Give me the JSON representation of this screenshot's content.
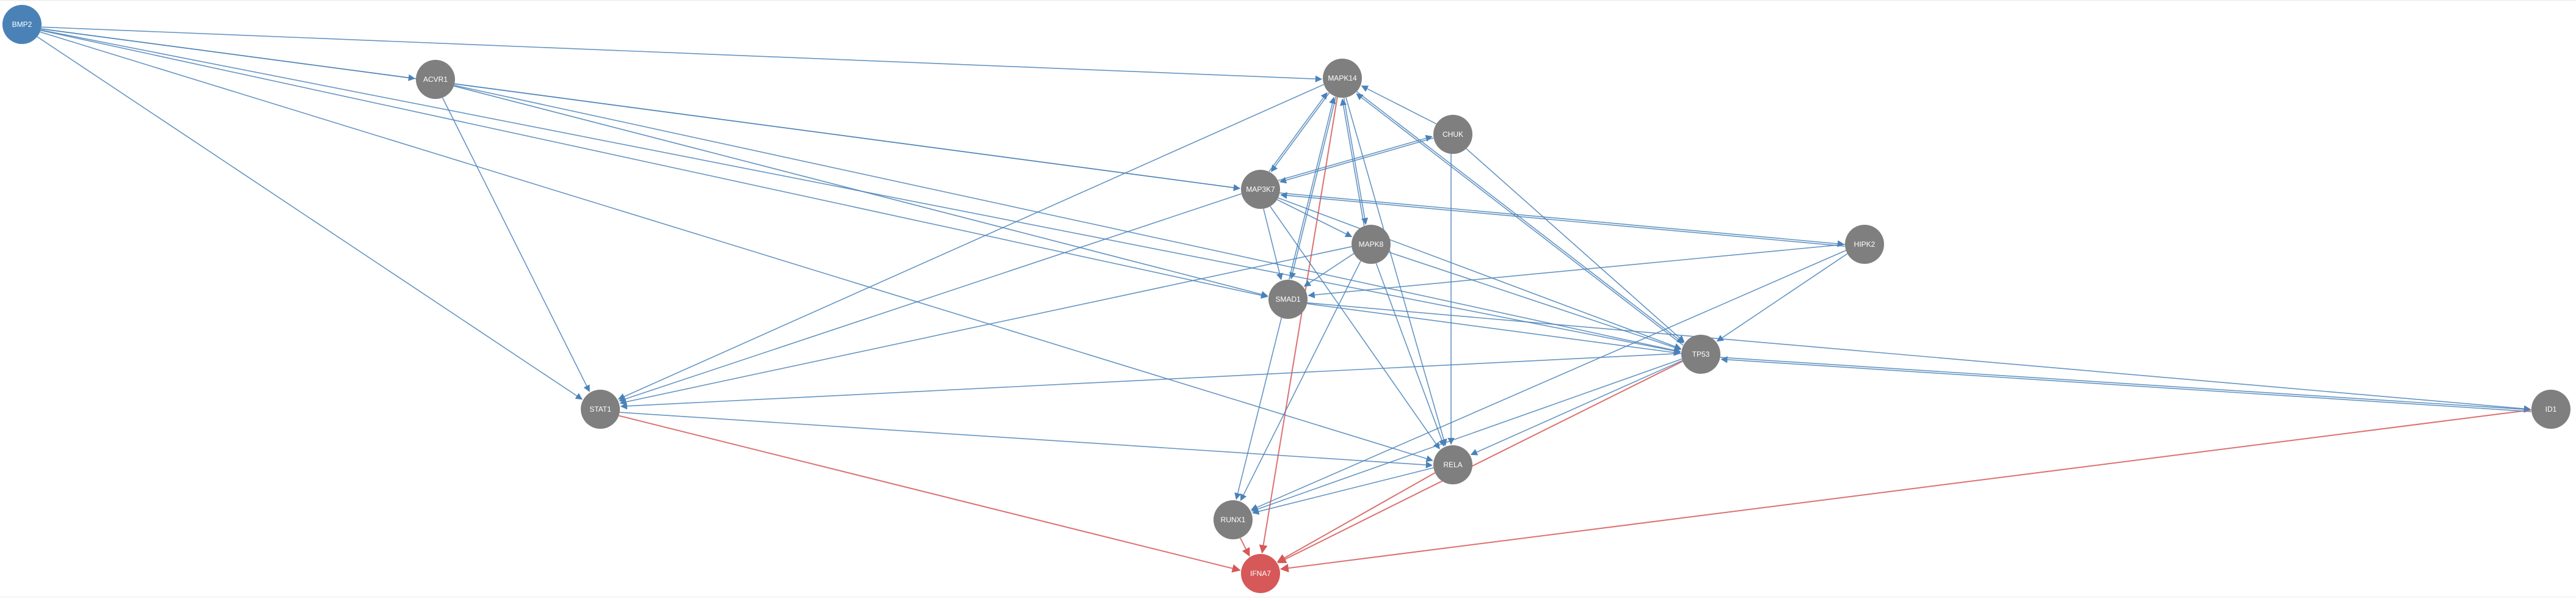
{
  "colors": {
    "source_node": "#4a82b8",
    "target_node": "#d65858",
    "default_node": "#7f7f7f",
    "edge_activation": "#4a82b8",
    "edge_inhibition": "#d65858",
    "node_label": "#ffffff"
  },
  "nodes": [
    {
      "id": "BMP2",
      "label": "BMP2",
      "role": "source"
    },
    {
      "id": "ACVR1",
      "label": "ACVR1",
      "role": "default"
    },
    {
      "id": "MAPK14",
      "label": "MAPK14",
      "role": "default"
    },
    {
      "id": "CHUK",
      "label": "CHUK",
      "role": "default"
    },
    {
      "id": "MAP3K7",
      "label": "MAP3K7",
      "role": "default"
    },
    {
      "id": "MAPK8",
      "label": "MAPK8",
      "role": "default"
    },
    {
      "id": "HIPK2",
      "label": "HIPK2",
      "role": "default"
    },
    {
      "id": "SMAD1",
      "label": "SMAD1",
      "role": "default"
    },
    {
      "id": "TP53",
      "label": "TP53",
      "role": "default"
    },
    {
      "id": "ID1",
      "label": "ID1",
      "role": "default"
    },
    {
      "id": "STAT1",
      "label": "STAT1",
      "role": "default"
    },
    {
      "id": "RELA",
      "label": "RELA",
      "role": "default"
    },
    {
      "id": "RUNX1",
      "label": "RUNX1",
      "role": "default"
    },
    {
      "id": "IFNA7",
      "label": "IFNA7",
      "role": "target"
    }
  ],
  "edges": [
    {
      "from": "BMP2",
      "to": "ACVR1",
      "type": "activation"
    },
    {
      "from": "BMP2",
      "to": "MAPK14",
      "type": "activation"
    },
    {
      "from": "BMP2",
      "to": "MAP3K7",
      "type": "activation"
    },
    {
      "from": "BMP2",
      "to": "SMAD1",
      "type": "activation"
    },
    {
      "from": "BMP2",
      "to": "STAT1",
      "type": "activation"
    },
    {
      "from": "BMP2",
      "to": "RELA",
      "type": "activation"
    },
    {
      "from": "BMP2",
      "to": "TP53",
      "type": "activation"
    },
    {
      "from": "ACVR1",
      "to": "STAT1",
      "type": "activation"
    },
    {
      "from": "ACVR1",
      "to": "MAP3K7",
      "type": "activation"
    },
    {
      "from": "ACVR1",
      "to": "SMAD1",
      "type": "activation"
    },
    {
      "from": "ACVR1",
      "to": "TP53",
      "type": "activation"
    },
    {
      "from": "MAPK14",
      "to": "STAT1",
      "type": "activation"
    },
    {
      "from": "MAPK14",
      "to": "SMAD1",
      "type": "activation"
    },
    {
      "from": "MAPK14",
      "to": "RELA",
      "type": "activation"
    },
    {
      "from": "MAPK14",
      "to": "TP53",
      "type": "activation"
    },
    {
      "from": "MAPK14",
      "to": "MAP3K7",
      "type": "activation"
    },
    {
      "from": "MAPK14",
      "to": "MAPK8",
      "type": "activation"
    },
    {
      "from": "MAPK14",
      "to": "IFNA7",
      "type": "inhibition"
    },
    {
      "from": "CHUK",
      "to": "RELA",
      "type": "activation"
    },
    {
      "from": "CHUK",
      "to": "MAP3K7",
      "type": "activation"
    },
    {
      "from": "CHUK",
      "to": "MAPK14",
      "type": "activation"
    },
    {
      "from": "CHUK",
      "to": "TP53",
      "type": "activation"
    },
    {
      "from": "MAP3K7",
      "to": "STAT1",
      "type": "activation"
    },
    {
      "from": "MAP3K7",
      "to": "HIPK2",
      "type": "activation"
    },
    {
      "from": "MAP3K7",
      "to": "SMAD1",
      "type": "activation"
    },
    {
      "from": "MAP3K7",
      "to": "RELA",
      "type": "activation"
    },
    {
      "from": "MAP3K7",
      "to": "MAPK8",
      "type": "activation"
    },
    {
      "from": "MAP3K7",
      "to": "MAPK14",
      "type": "activation"
    },
    {
      "from": "MAP3K7",
      "to": "CHUK",
      "type": "activation"
    },
    {
      "from": "MAP3K7",
      "to": "TP53",
      "type": "activation"
    },
    {
      "from": "MAPK8",
      "to": "STAT1",
      "type": "activation"
    },
    {
      "from": "MAPK8",
      "to": "TP53",
      "type": "activation"
    },
    {
      "from": "MAPK8",
      "to": "RELA",
      "type": "activation"
    },
    {
      "from": "MAPK8",
      "to": "RUNX1",
      "type": "activation"
    },
    {
      "from": "MAPK8",
      "to": "MAPK14",
      "type": "activation"
    },
    {
      "from": "MAPK8",
      "to": "SMAD1",
      "type": "activation"
    },
    {
      "from": "HIPK2",
      "to": "TP53",
      "type": "activation"
    },
    {
      "from": "HIPK2",
      "to": "RUNX1",
      "type": "activation"
    },
    {
      "from": "HIPK2",
      "to": "SMAD1",
      "type": "activation"
    },
    {
      "from": "HIPK2",
      "to": "MAP3K7",
      "type": "activation"
    },
    {
      "from": "SMAD1",
      "to": "RUNX1",
      "type": "activation"
    },
    {
      "from": "SMAD1",
      "to": "TP53",
      "type": "activation"
    },
    {
      "from": "SMAD1",
      "to": "ID1",
      "type": "activation"
    },
    {
      "from": "SMAD1",
      "to": "MAPK14",
      "type": "activation"
    },
    {
      "from": "TP53",
      "to": "STAT1",
      "type": "activation"
    },
    {
      "from": "TP53",
      "to": "RELA",
      "type": "activation"
    },
    {
      "from": "TP53",
      "to": "RUNX1",
      "type": "activation"
    },
    {
      "from": "TP53",
      "to": "ID1",
      "type": "activation"
    },
    {
      "from": "TP53",
      "to": "MAPK14",
      "type": "activation"
    },
    {
      "from": "TP53",
      "to": "IFNA7",
      "type": "inhibition"
    },
    {
      "from": "STAT1",
      "to": "RELA",
      "type": "activation"
    },
    {
      "from": "STAT1",
      "to": "IFNA7",
      "type": "inhibition"
    },
    {
      "from": "RELA",
      "to": "RUNX1",
      "type": "activation"
    },
    {
      "from": "RELA",
      "to": "IFNA7",
      "type": "inhibition"
    },
    {
      "from": "RUNX1",
      "to": "IFNA7",
      "type": "inhibition"
    },
    {
      "from": "ID1",
      "to": "IFNA7",
      "type": "inhibition"
    },
    {
      "from": "ID1",
      "to": "TP53",
      "type": "activation"
    }
  ]
}
